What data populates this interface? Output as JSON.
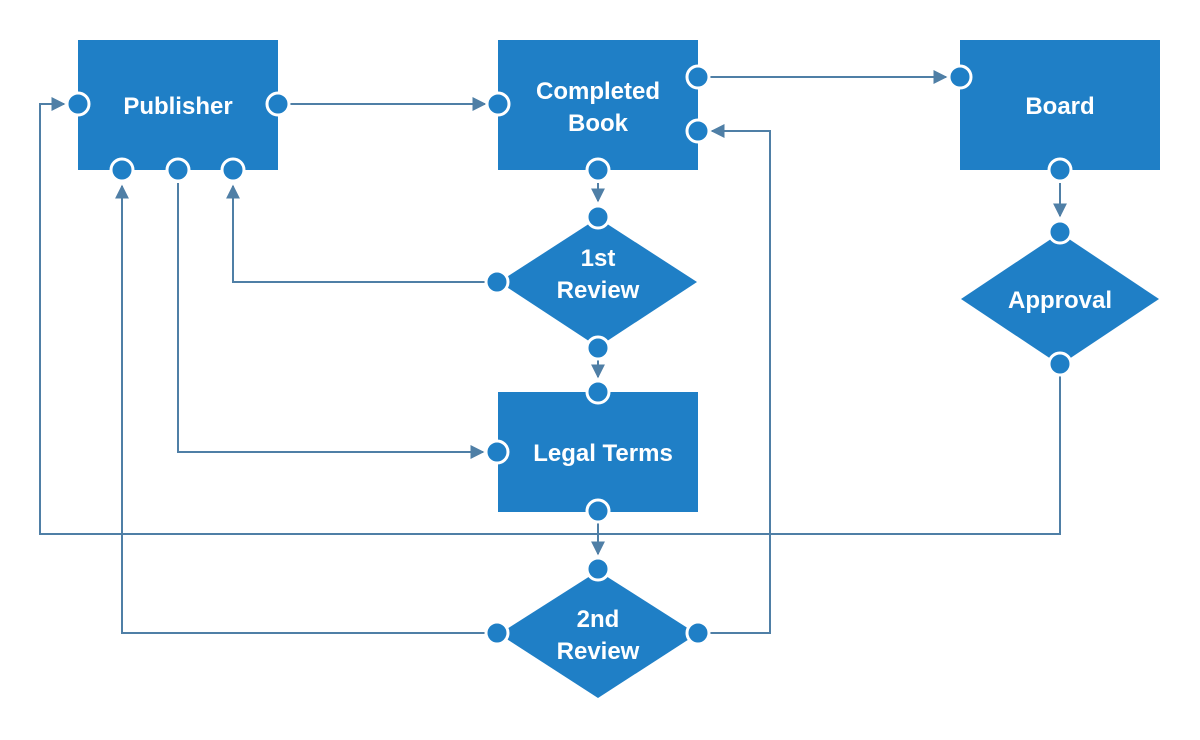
{
  "nodes": {
    "publisher": {
      "label": "Publisher",
      "shape": "rectangle"
    },
    "completed_book": {
      "label_line1": "Completed",
      "label_line2": "Book",
      "shape": "rectangle"
    },
    "board": {
      "label": "Board",
      "shape": "rectangle"
    },
    "first_review": {
      "label_line1": "1st",
      "label_line2": "Review",
      "shape": "diamond"
    },
    "approval": {
      "label": "Approval",
      "shape": "diamond"
    },
    "legal_terms": {
      "label": "Legal Terms",
      "shape": "rectangle"
    },
    "second_review": {
      "label_line1": "2nd",
      "label_line2": "Review",
      "shape": "diamond"
    }
  },
  "edges": [
    {
      "from": "publisher",
      "to": "completed_book"
    },
    {
      "from": "completed_book",
      "to": "board"
    },
    {
      "from": "completed_book",
      "to": "first_review"
    },
    {
      "from": "first_review",
      "to": "publisher"
    },
    {
      "from": "first_review",
      "to": "legal_terms"
    },
    {
      "from": "publisher",
      "to": "legal_terms"
    },
    {
      "from": "legal_terms",
      "to": "second_review"
    },
    {
      "from": "second_review",
      "to": "publisher"
    },
    {
      "from": "second_review",
      "to": "completed_book"
    },
    {
      "from": "board",
      "to": "approval"
    },
    {
      "from": "approval",
      "to": "publisher"
    }
  ],
  "colors": {
    "node": "#1f7fc6",
    "edge": "#4f7fa6",
    "label": "#ffffff"
  }
}
